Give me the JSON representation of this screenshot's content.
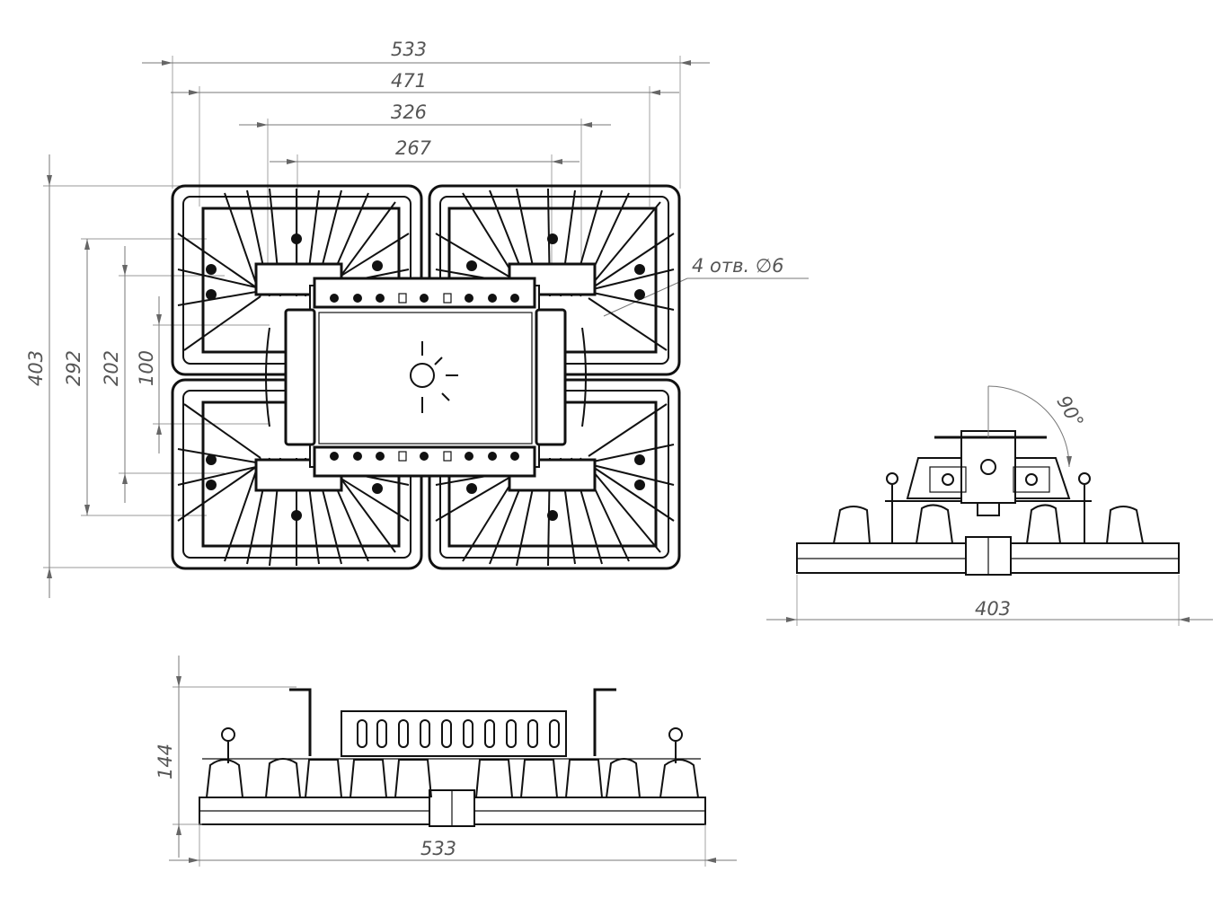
{
  "colors": {
    "line": "#111111",
    "dimension": "#555555",
    "background": "#ffffff"
  },
  "plan_view": {
    "dims": {
      "overall_width": "533",
      "mount_width": "471",
      "bracket_width": "326",
      "inner_width": "267",
      "overall_height": "403",
      "height_292": "292",
      "height_202": "202",
      "height_100": "100"
    },
    "hole_note": "4 отв. ∅6"
  },
  "side_view": {
    "width": "403",
    "angle": "90°"
  },
  "front_view": {
    "height": "144",
    "width": "533"
  }
}
